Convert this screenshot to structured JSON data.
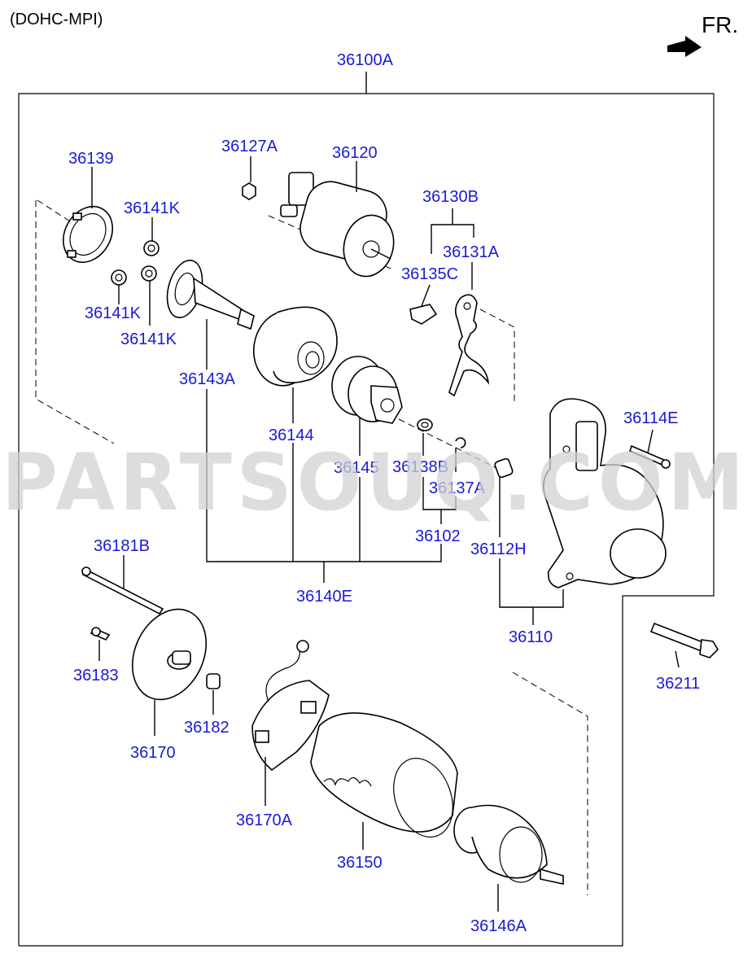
{
  "header": {
    "variant": "(DOHC-MPI)",
    "direction": "FR."
  },
  "watermark": "PARTSOUQ.COM",
  "assembly": {
    "id": "36100A"
  },
  "callouts": {
    "c36139": "36139",
    "c36141k_top": "36141K",
    "c36141k_left": "36141K",
    "c36141k_bottom": "36141K",
    "c36127a": "36127A",
    "c36120": "36120",
    "c36130b": "36130B",
    "c36131a": "36131A",
    "c36135c": "36135C",
    "c36143a": "36143A",
    "c36144": "36144",
    "c36145": "36145",
    "c36138b": "36138B",
    "c36137a": "36137A",
    "c36102": "36102",
    "c36140e": "36140E",
    "c36114e": "36114E",
    "c36112h": "36112H",
    "c36110": "36110",
    "c36181b": "36181B",
    "c36183": "36183",
    "c36170": "36170",
    "c36182": "36182",
    "c36170a": "36170A",
    "c36150": "36150",
    "c36146a": "36146A",
    "c36211": "36211"
  },
  "colors": {
    "label": "#1a1ad6",
    "line": "#000000",
    "watermark": "#d2d2d2"
  }
}
